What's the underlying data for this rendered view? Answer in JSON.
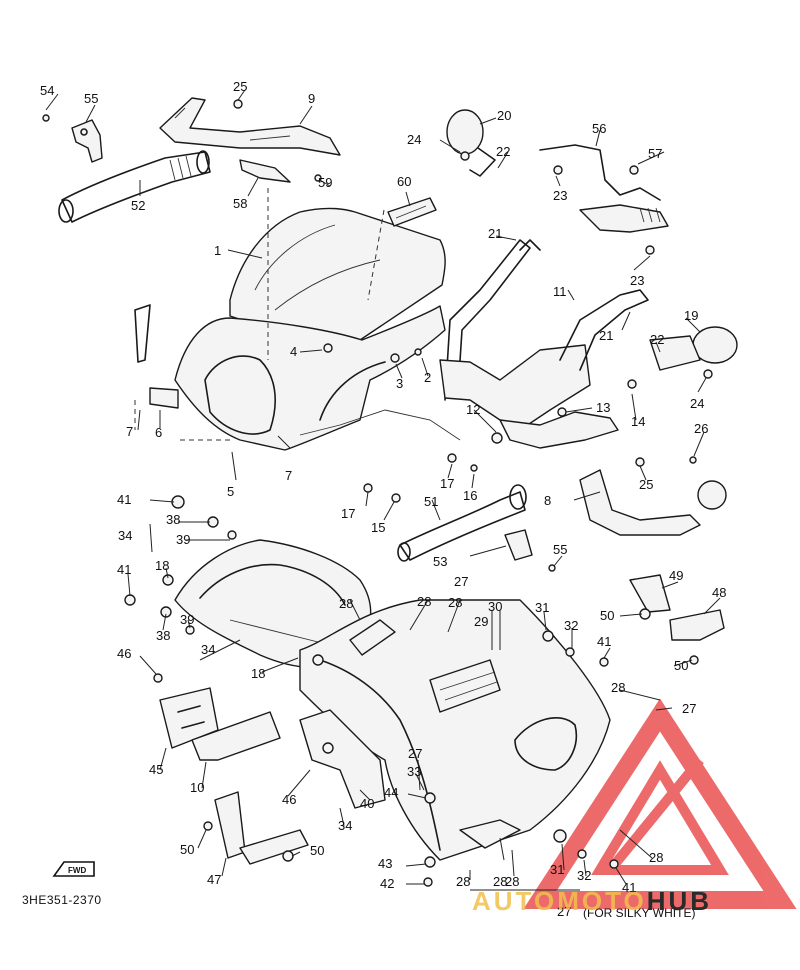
{
  "diagram": {
    "code": "3HE351-2370",
    "note_number": "27",
    "note_text": "(FOR SILKY WHITE)",
    "watermark": {
      "part_a": "AUTOMOTO",
      "part_b": "HUB",
      "color_a": "#f2c04d",
      "color_b": "#2a2a2a",
      "logo_color": "#e8393a"
    },
    "fwd_badge": "FWD",
    "callouts": [
      "1",
      "2",
      "3",
      "4",
      "5",
      "6",
      "7",
      "7",
      "8",
      "9",
      "10",
      "11",
      "12",
      "13",
      "14",
      "15",
      "16",
      "17",
      "17",
      "18",
      "18",
      "19",
      "20",
      "21",
      "21",
      "22",
      "22",
      "23",
      "23",
      "24",
      "24",
      "25",
      "25",
      "26",
      "27",
      "27",
      "27",
      "28",
      "28",
      "28",
      "28",
      "28",
      "28",
      "28",
      "28",
      "29",
      "30",
      "31",
      "31",
      "32",
      "32",
      "33",
      "34",
      "34",
      "34",
      "38",
      "38",
      "39",
      "39",
      "40",
      "41",
      "41",
      "41",
      "41",
      "42",
      "43",
      "44",
      "45",
      "46",
      "46",
      "47",
      "48",
      "49",
      "50",
      "50",
      "50",
      "50",
      "51",
      "52",
      "53",
      "54",
      "55",
      "55",
      "56",
      "57",
      "58",
      "59",
      "60"
    ]
  }
}
